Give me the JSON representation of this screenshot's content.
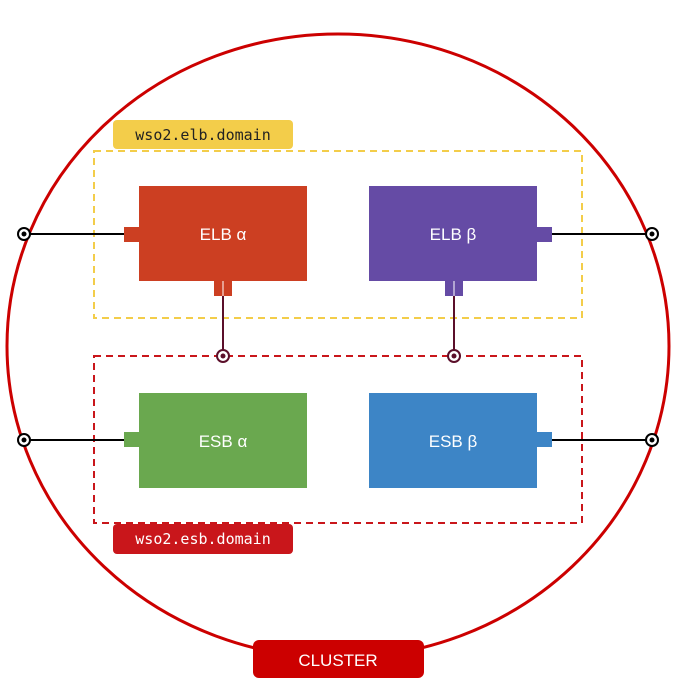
{
  "domains": {
    "elb": {
      "label": "wso2.elb.domain",
      "color": "#f3cd4a",
      "text_color": "#222222"
    },
    "esb": {
      "label": "wso2.esb.domain",
      "color": "#c9161b",
      "text_color": "#ffffff"
    }
  },
  "nodes": {
    "elb_alpha": {
      "label": "ELB α",
      "color": "#cc3f22"
    },
    "elb_beta": {
      "label": "ELB β",
      "color": "#654ba5"
    },
    "esb_alpha": {
      "label": "ESB α",
      "color": "#6aa84f"
    },
    "esb_beta": {
      "label": "ESB β",
      "color": "#3d85c6"
    }
  },
  "cluster": {
    "label": "CLUSTER",
    "color": "#cc0000"
  },
  "connector_color": "#5b0f2a"
}
